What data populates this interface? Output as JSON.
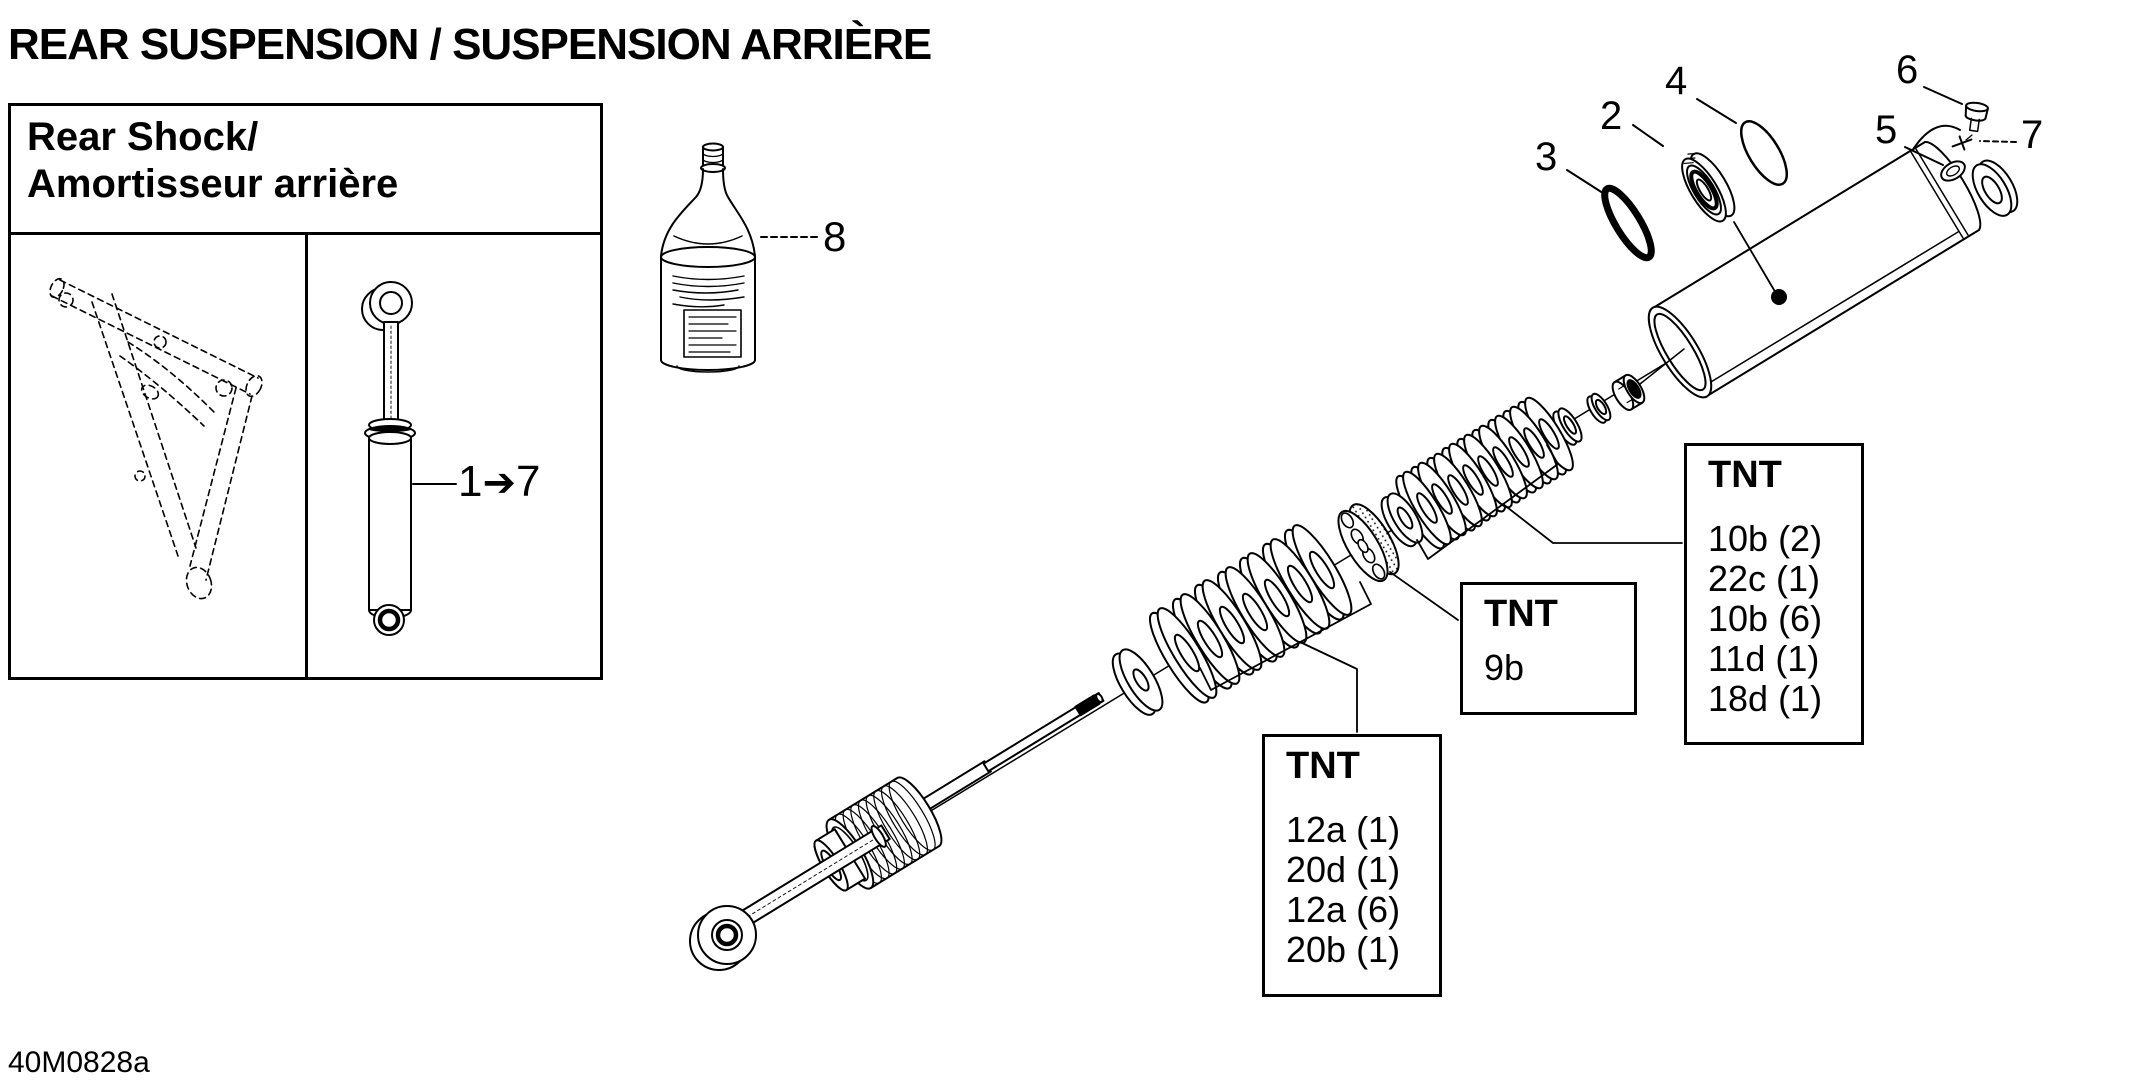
{
  "page": {
    "title": "REAR SUSPENSION / SUSPENSION ARRIÈRE",
    "doc_code": "40M0828a"
  },
  "inset": {
    "title_line1": "Rear Shock/",
    "title_line2": "Amortisseur arrière",
    "range_from": "1",
    "range_arrow": "➔",
    "range_to": "7"
  },
  "callouts": {
    "c2": "2",
    "c3": "3",
    "c4": "4",
    "c5": "5",
    "c6": "6",
    "c7": "7",
    "c8": "8"
  },
  "tnt": {
    "upper": {
      "title": "TNT",
      "items": [
        "10b (2)",
        "22c (1)",
        "10b (6)",
        "11d (1)",
        "18d (1)"
      ]
    },
    "middle": {
      "title": "TNT",
      "items": [
        "9b"
      ]
    },
    "lower": {
      "title": "TNT",
      "items": [
        "12a (1)",
        "20d (1)",
        "12a (6)",
        "20b (1)"
      ]
    }
  },
  "colors": {
    "ink": "#000000",
    "paper": "#ffffff"
  }
}
